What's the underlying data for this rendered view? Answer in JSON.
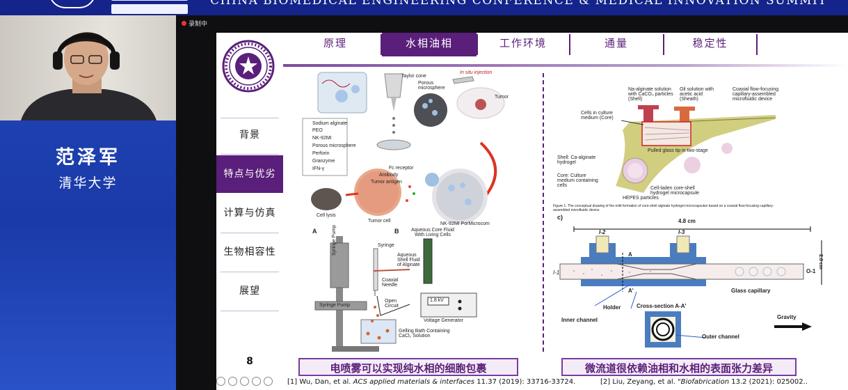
{
  "banner": {
    "conference": "CHINA BIOMEDICAL ENGINEERING CONFERENCE & MEDICAL INNOVATION SUMMIT"
  },
  "speaker": {
    "name": "范泽军",
    "affiliation": "清华大学"
  },
  "recording": {
    "label": "录制中"
  },
  "slide": {
    "sidebar": {
      "items": [
        {
          "label": "背景",
          "active": false
        },
        {
          "label": "特点与优劣",
          "active": true
        },
        {
          "label": "计算与仿真",
          "active": false
        },
        {
          "label": "生物相容性",
          "active": false
        },
        {
          "label": "展望",
          "active": false
        }
      ]
    },
    "page_number": "8",
    "tabs": [
      {
        "label": "原理",
        "active": false
      },
      {
        "label": "水相油相",
        "active": true
      },
      {
        "label": "工作环境",
        "active": false
      },
      {
        "label": "通量",
        "active": false
      },
      {
        "label": "稳定性",
        "active": false
      }
    ],
    "left_figure": {
      "labels": {
        "taylor_cone": "Taylor cone",
        "porous_micro": "Porous microsphere",
        "in_situ": "In situ injection",
        "tumor": "Tumor",
        "legend1": "Sodium alginate",
        "legend2": "PEO",
        "legend3": "NK-92MI",
        "legend4": "Porous microsphere",
        "legend5": "Perforin",
        "legend6": "Granzyme",
        "legend7": "IFN-γ",
        "fc": "Fc receptor",
        "antibody": "Antibody",
        "tumor_antigen": "Tumor antigen",
        "cell_lysis": "Cell lysis",
        "tumor_cell": "Tumor cell",
        "nk_pm": "NK-92MI PorMicrocom",
        "A": "A",
        "B": "B",
        "aq_core": "Aqueous Core Fluid With Living Cells",
        "syringe": "Syringe",
        "syringe_pump_v": "Syringe Pump",
        "aq_shell": "Aqueous Shell Fluid of Alginate",
        "coaxial": "Coaxial Needle",
        "syringe_pump": "Syringe Pump",
        "open_circuit": "Open Circuit",
        "kv": "1.8 kV",
        "voltage": "Voltage Generator",
        "gelling": "Gelling Bath Containing CaCl₂ Solution"
      }
    },
    "right_figure": {
      "labels": {
        "na_alg": "Na-alginate solution with CaCO₃ particles (Shell)",
        "oil": "Oil solution with acetic acid (Sheath)",
        "coaxial_dev": "Coaxial flow-focusing capillary-assembled microfluidic device",
        "cells_core": "Cells in culture medium (Core)",
        "pulled": "Pulled glass tip in two-stage",
        "shell": "Shell: Ca-alginate hydrogel",
        "core": "Core: Culture medium containing cells",
        "cell_laden": "Cell-laden core-shell hydrogel microcapsule",
        "hepes": "HEPES particles",
        "caption": "Figure 1. The conceptual drawing of the mild formation of core-shell alginate hydrogel microcapsules based on a coaxial flow-focusing capillary-assembled microfluidic device.",
        "c": "c)",
        "len": "4.8 cm",
        "i2": "I-2",
        "i3": "I-3",
        "i1": "I-1",
        "o1": "O-1",
        "height": "2.0 cm",
        "A": "A",
        "A2": "A'",
        "glass_cap": "Glass capillary",
        "holder": "Holder",
        "cross": "Cross-section A-A'",
        "inner": "Inner channel",
        "outer": "Outer channel",
        "gravity": "Gravity"
      }
    },
    "captions": {
      "left": "电喷雾可以实现纯水相的细胞包裹",
      "right": "微流道很依赖油相和水相的表面张力差异"
    },
    "refs": {
      "left_a": "[1] Wu, Dan, et al. ",
      "left_i": "ACS applied materials & interfaces",
      "left_b": " 11.37 (2019): 33716-33724.",
      "right_a": "[2] Liu, Zeyang, et al. \"",
      "right_i": "Biofabrication",
      "right_b": " 13.2 (2021): 025002.."
    }
  },
  "colors": {
    "brand_purple": "#5a1f7a",
    "banner_blue": "#14248a",
    "panel_blue": "#2346b8"
  }
}
